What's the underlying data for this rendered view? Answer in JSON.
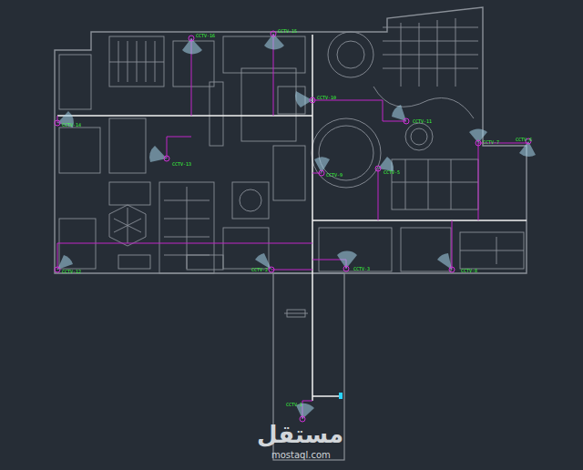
{
  "diagram": {
    "labels": [
      "CCTV-16",
      "CCTV-15",
      "CCTV-10",
      "CCTV-14",
      "CCTV-13",
      "CCTV-11",
      "CCTV-9",
      "CCTV-5",
      "CCTV-7",
      "CCTV-6",
      "CCTV-12",
      "CCTV-2",
      "CCTV-3",
      "CCTV-8",
      "CCTV-1",
      "مستقل",
      "mostaql.com"
    ]
  }
}
